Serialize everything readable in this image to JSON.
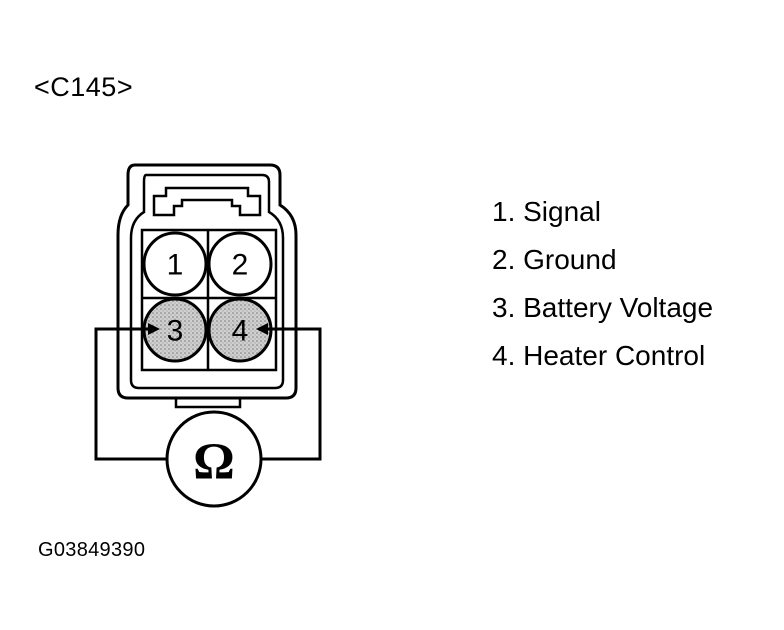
{
  "connector_id": "<C145>",
  "pins": [
    {
      "number": "1",
      "shaded": false
    },
    {
      "number": "2",
      "shaded": false
    },
    {
      "number": "3",
      "shaded": true
    },
    {
      "number": "4",
      "shaded": true
    }
  ],
  "pin_functions": [
    "1. Signal",
    "2. Ground",
    "3. Battery Voltage",
    "4. Heater Control"
  ],
  "meter_symbol": "Ω",
  "meter_icon": "ohmmeter-icon",
  "figure_code": "G03849390",
  "colors": {
    "line": "#000000",
    "background": "#ffffff",
    "shaded_pin": "#bdbdbd"
  }
}
